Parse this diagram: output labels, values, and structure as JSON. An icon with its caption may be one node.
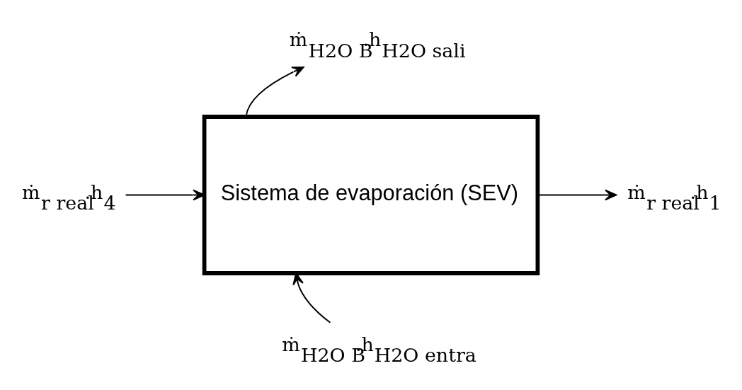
{
  "diagram": {
    "nodes": [
      {
        "text": [
          "Sistema de evaporación (SEV)"
        ]
      },
      {
        "text": [
          "ṁ$_{r real}$.h$_{4}$"
        ]
      },
      {
        "text": [
          "ṁ$_{H2O B}$.h$_{H2O sali}$"
        ]
      },
      {
        "text": [
          "ṁ$_{r real}$.h$_{1}$"
        ]
      },
      {
        "text": [
          "ṁ$_{H2O B}$.h$_{H2O entra}$"
        ]
      }
    ],
    "edges": [
      {
        "from": 1,
        "to": 0,
        "arrow": "to"
      },
      {
        "from": 0,
        "to": 2,
        "arrow": "to"
      },
      {
        "from": 0,
        "to": 3,
        "arrow": "to"
      },
      {
        "from": 4,
        "to": 0,
        "arrow": "to"
      }
    ]
  }
}
